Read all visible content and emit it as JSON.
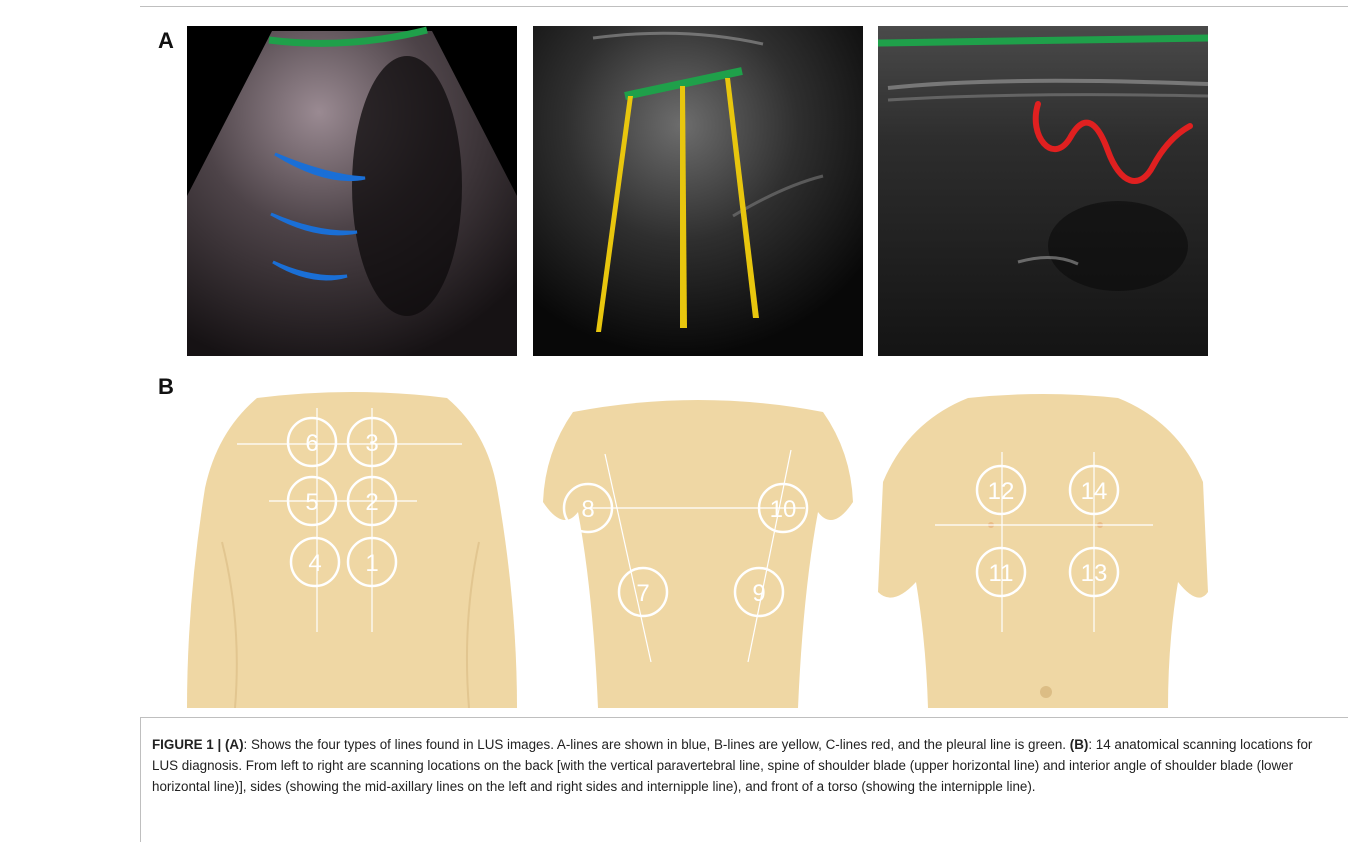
{
  "panels": {
    "a_label": "A",
    "b_label": "B"
  },
  "colors": {
    "a_lines": "#1a6fd6",
    "b_lines": "#e8c60e",
    "c_lines": "#e02020",
    "pleural_line": "#1fa04a",
    "skin": "#efd7a4"
  },
  "body_diagrams": {
    "back_numbers": [
      "6",
      "3",
      "5",
      "2",
      "4",
      "1"
    ],
    "side_numbers": [
      "8",
      "10",
      "7",
      "9"
    ],
    "front_numbers": [
      "12",
      "14",
      "11",
      "13"
    ]
  },
  "caption": {
    "fig_label": "FIGURE 1 | (A)",
    "part1": ": Shows the four types of lines found in LUS images. A-lines are shown in blue, B-lines are yellow, C-lines red, and the pleural line is green. ",
    "b_label": "(B)",
    "part2": ": 14 anatomical scanning locations for LUS diagnosis. From left to right are scanning locations on the back [with the vertical paravertebral line, spine of shoulder blade (upper horizontal line) and interior angle of shoulder blade (lower horizontal line)], sides (showing the mid-axillary lines on the left and right sides and internipple line), and front of a torso (showing the internipple line)."
  }
}
